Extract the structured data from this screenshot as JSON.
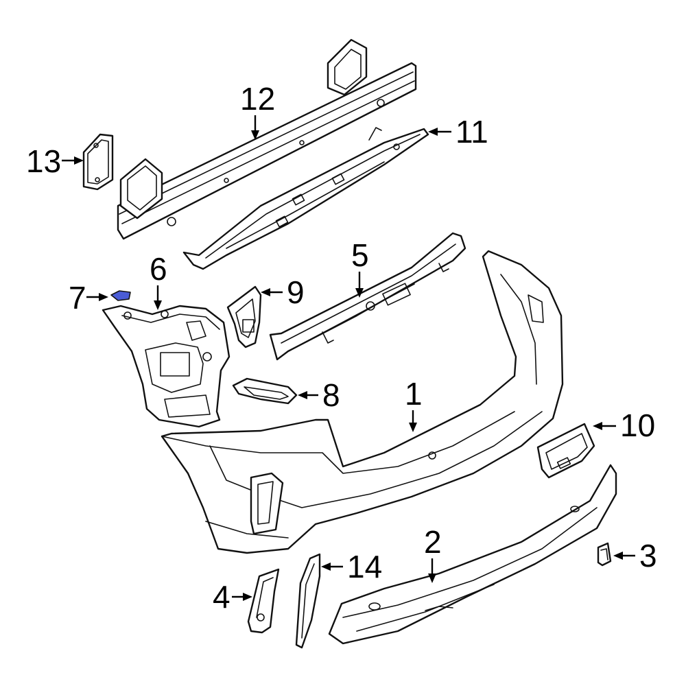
{
  "diagram": {
    "callouts": {
      "p1": "1",
      "p2": "2",
      "p3": "3",
      "p4": "4",
      "p5": "5",
      "p6": "6",
      "p7": "7",
      "p8": "8",
      "p9": "9",
      "p10": "10",
      "p11": "11",
      "p12": "12",
      "p13": "13",
      "p14": "14"
    },
    "colors": {
      "line": "#111111",
      "background": "#ffffff",
      "highlight_part_7": "#4a5cd6"
    }
  }
}
